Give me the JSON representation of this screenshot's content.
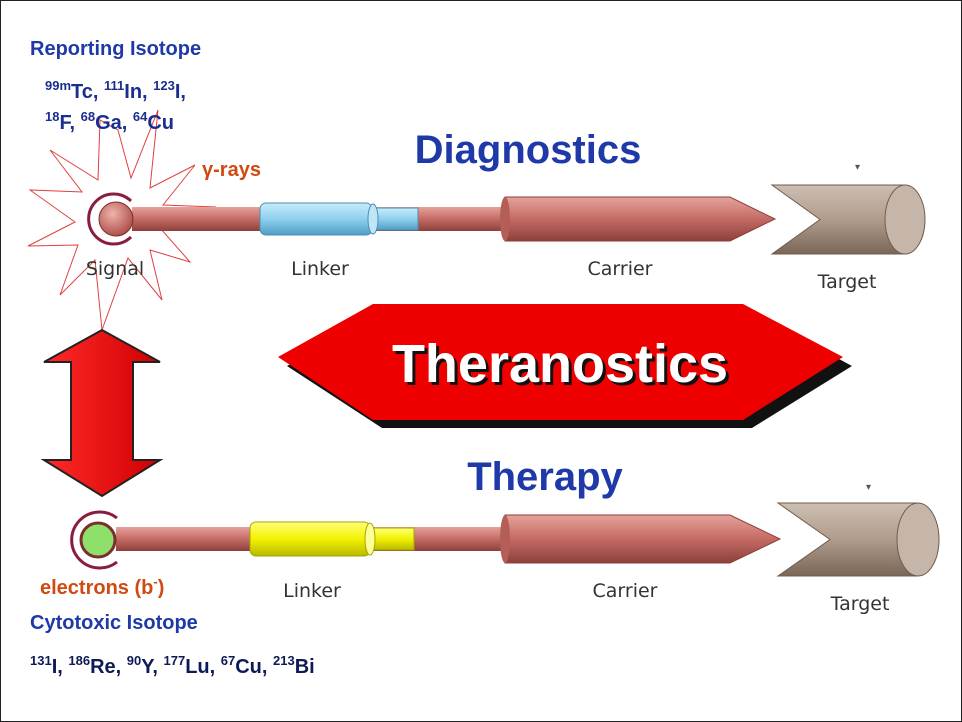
{
  "colors": {
    "title_blue": "#1f3aa8",
    "label_orange": "#d04a12",
    "rod_red": "#c9706a",
    "linker_blue": "#8fd0ee",
    "linker_yellow": "#f2f200",
    "signal_green": "#8ee06a",
    "target_brown": "#b09c8c",
    "banner_red": "#ee0000"
  },
  "diagnostics": {
    "title": "Diagnostics",
    "isotope_heading": "Reporting Isotope",
    "emission": "γ-rays",
    "isotopes_line1": [
      {
        "mass": "99m",
        "symbol": "Tc",
        "sep": ", "
      },
      {
        "mass": "111",
        "symbol": "In",
        "sep": ", "
      },
      {
        "mass": "123",
        "symbol": "I",
        "sep": ","
      }
    ],
    "isotopes_line2": [
      {
        "mass": "18",
        "symbol": "F",
        "sep": ", "
      },
      {
        "mass": "68",
        "symbol": "Ga",
        "sep": ", "
      },
      {
        "mass": "64",
        "symbol": "Cu",
        "sep": ""
      }
    ],
    "labels": {
      "signal": "Signal",
      "linker": "Linker",
      "carrier": "Carrier",
      "target": "Target"
    }
  },
  "banner": {
    "text": "Theranostics"
  },
  "therapy": {
    "title": "Therapy",
    "isotope_heading": "Cytotoxic Isotope",
    "emission_prefix": "electrons (b",
    "emission_sup": "-",
    "emission_suffix": ")",
    "isotopes": [
      {
        "mass": "131",
        "symbol": "I",
        "sep": ", "
      },
      {
        "mass": "186",
        "symbol": "Re",
        "sep": ", "
      },
      {
        "mass": "90",
        "symbol": "Y",
        "sep": ", "
      },
      {
        "mass": "177",
        "symbol": "Lu",
        "sep": ", "
      },
      {
        "mass": "67",
        "symbol": "Cu",
        "sep": ", "
      },
      {
        "mass": "213",
        "symbol": "Bi",
        "sep": ""
      }
    ],
    "labels": {
      "linker": "Linker",
      "carrier": "Carrier",
      "target": "Target"
    }
  }
}
